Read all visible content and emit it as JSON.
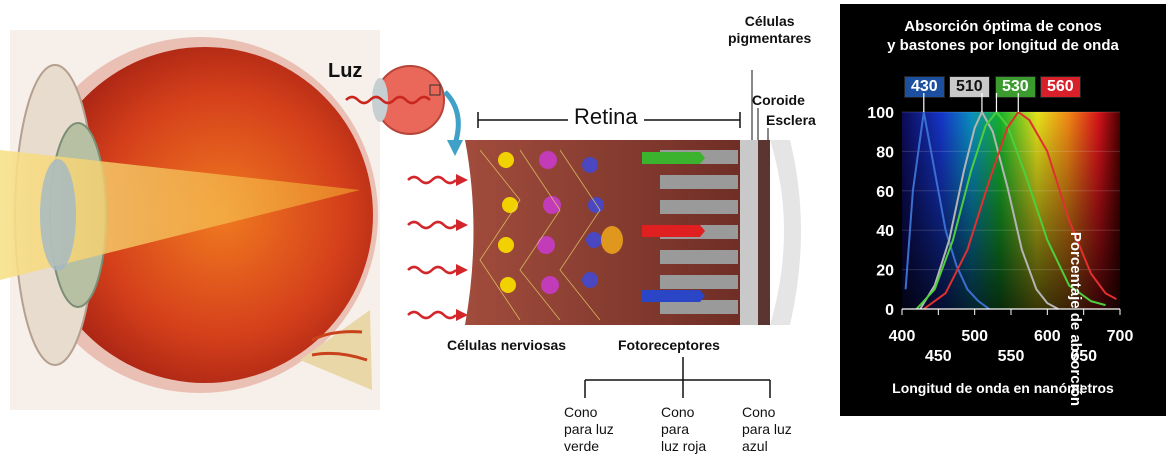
{
  "diagram": {
    "luz": "Luz",
    "retina": "Retina",
    "celulas_pigmentares": [
      "Células",
      "pigmentares"
    ],
    "coroide": "Coroide",
    "esclera": "Esclera",
    "celulas_nerviosas": "Células nerviosas",
    "fotoreceptores": "Fotoreceptores",
    "cones": [
      {
        "lines": [
          "Cono",
          "para luz",
          "verde"
        ]
      },
      {
        "lines": [
          "Cono",
          "para",
          "luz roja"
        ]
      },
      {
        "lines": [
          "Cono",
          "para luz",
          "azul"
        ]
      }
    ]
  },
  "chart_data": {
    "type": "line",
    "title": [
      "Absorción óptima de conos",
      "y bastones por longitud de onda"
    ],
    "xlabel": "Longitud de onda en nanómetros",
    "ylabel": "Porcentaje de absorción",
    "xlim": [
      400,
      700
    ],
    "ylim": [
      0,
      100
    ],
    "xticks_top": [
      400,
      500,
      600,
      700
    ],
    "xticks_bottom": [
      450,
      550,
      650
    ],
    "yticks": [
      0,
      20,
      40,
      60,
      80,
      100
    ],
    "background": "visible-spectrum",
    "series": [
      {
        "peak": 430,
        "color": "#3a6fd1",
        "badge_color": "#1d4fa0",
        "x": [
          405,
          415,
          430,
          445,
          460,
          475,
          490,
          505,
          520
        ],
        "y": [
          10,
          60,
          100,
          70,
          40,
          22,
          10,
          4,
          0
        ]
      },
      {
        "peak": 510,
        "color": "#b5b5b5",
        "badge_color": "#c8c8c8",
        "x": [
          425,
          445,
          465,
          485,
          500,
          510,
          525,
          545,
          565,
          585,
          600,
          615
        ],
        "y": [
          0,
          12,
          35,
          70,
          92,
          100,
          90,
          62,
          30,
          10,
          3,
          0
        ]
      },
      {
        "peak": 530,
        "color": "#4ccf3c",
        "badge_color": "#3c9b2f",
        "x": [
          420,
          445,
          470,
          495,
          515,
          530,
          545,
          570,
          600,
          630,
          660,
          680
        ],
        "y": [
          0,
          10,
          35,
          70,
          93,
          100,
          93,
          68,
          35,
          12,
          4,
          2
        ]
      },
      {
        "peak": 560,
        "color": "#e0302f",
        "badge_color": "#d8202a",
        "x": [
          430,
          460,
          490,
          520,
          545,
          560,
          575,
          600,
          630,
          660,
          680,
          695
        ],
        "y": [
          0,
          8,
          30,
          65,
          92,
          100,
          96,
          80,
          45,
          18,
          8,
          5
        ]
      }
    ]
  }
}
